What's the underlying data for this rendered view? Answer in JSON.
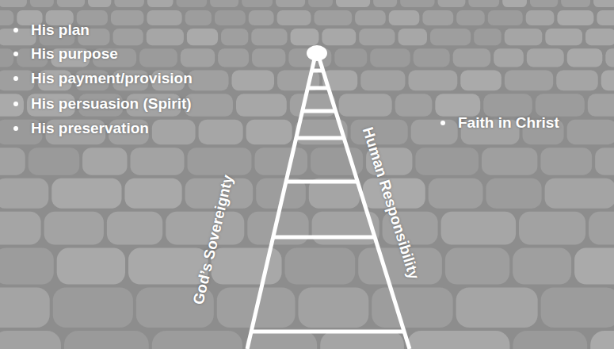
{
  "diagram": {
    "labels": [
      "His plan",
      "His purpose",
      "His payment/provision",
      "His persuasion (Spirit)",
      "His preservation",
      "Faith in Christ",
      "God’s Sovereignty",
      "Human Responsibility"
    ]
  }
}
